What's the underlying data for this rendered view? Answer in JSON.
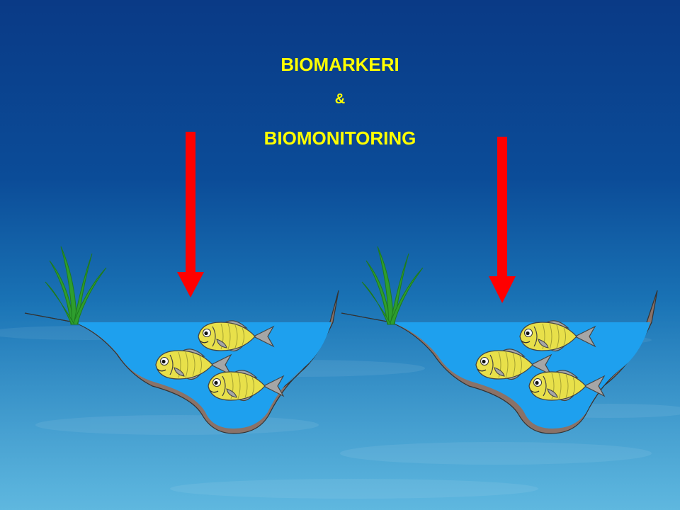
{
  "slide": {
    "title_line1": "BIOMARKERI",
    "title_line2": "&",
    "title_line3": "BIOMONITORING"
  },
  "colors": {
    "title": "#ffff00",
    "arrow": "#ff0000",
    "water": "#1ea0ee",
    "soil": "#8a7268",
    "grass": "#2a9a2a",
    "fish_body": "#e8e04a",
    "fish_fin": "#a8a8a8",
    "background_top": "#0a3f8c",
    "background_bottom": "#3aa6d6"
  },
  "icons": {
    "left_pond": "pond-with-fish-illustration",
    "right_pond": "pond-with-fish-illustration",
    "left_arrow": "arrow-down-icon",
    "right_arrow": "arrow-down-icon"
  }
}
